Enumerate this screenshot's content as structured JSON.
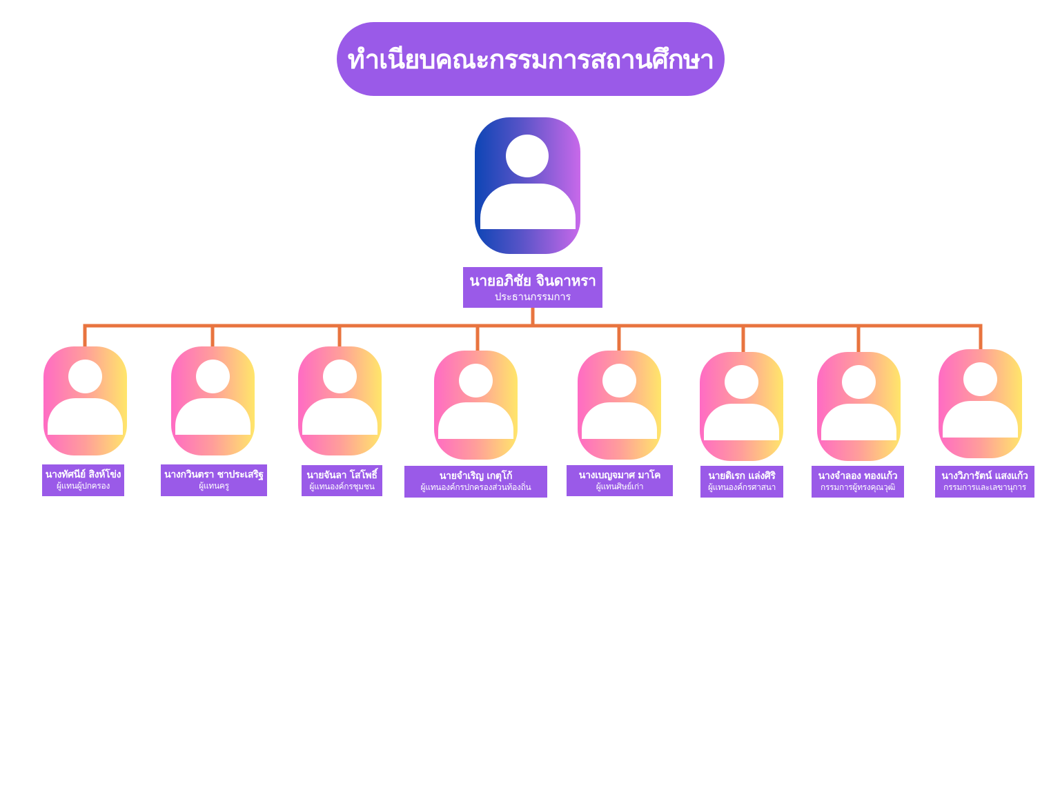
{
  "title": "ทำเนียบคณะกรรมการสถานศึกษา",
  "colors": {
    "title_bg": "#9a5ae8",
    "label_bg": "#9a5ae8",
    "connector": "#e8743f",
    "chair_gradient": [
      "#0d45b5",
      "#c869ea"
    ],
    "member_gradient": [
      "#ff6bc4",
      "#ffe66a"
    ]
  },
  "chair": {
    "icon": "person-avatar-icon",
    "name": "นายอภิชัย จินดาหรา",
    "role": "ประธานกรรมการ"
  },
  "members": [
    {
      "icon": "person-avatar-icon",
      "name": "นางทัศนีย์ สิงห์โข่ง",
      "role": "ผู้แทนผู้ปกครอง"
    },
    {
      "icon": "person-avatar-icon",
      "name": "นางกวินตรา ชาประเสริฐ",
      "role": "ผู้แทนครู"
    },
    {
      "icon": "person-avatar-icon",
      "name": "นายจันลา โสโพธิ์",
      "role": "ผู้แทนองค์กรชุมชน"
    },
    {
      "icon": "person-avatar-icon",
      "name": "นายจำเริญ เกตุโก้",
      "role": "ผู้แทนองค์กรปกครองส่วนท้องถิ่น"
    },
    {
      "icon": "person-avatar-icon",
      "name": "นางเบญจมาศ มาโค",
      "role": "ผู้แทนศิษย์เก่า"
    },
    {
      "icon": "person-avatar-icon",
      "name": "นายดิเรก แล่งศิริ",
      "role": "ผู้แทนองค์กรศาสนา"
    },
    {
      "icon": "person-avatar-icon",
      "name": "นางจำลอง ทองแก้ว",
      "role": "กรรมการผู้ทรงคุณวุฒิ"
    },
    {
      "icon": "person-avatar-icon",
      "name": "นางวิภารัตน์ แสงแก้ว",
      "role": "กรรมการและเลขานุการ"
    }
  ]
}
